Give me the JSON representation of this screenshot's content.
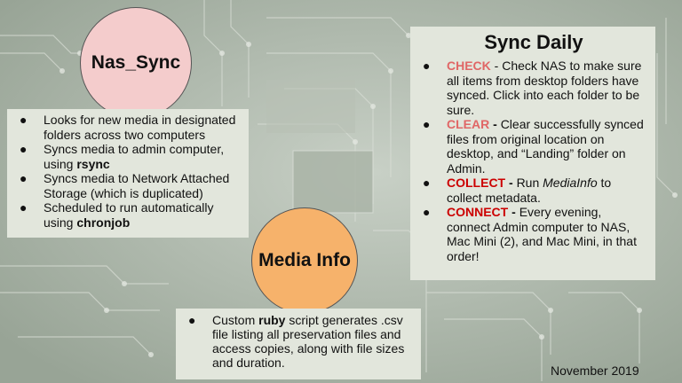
{
  "nas_sync": {
    "title": "Nas_Sync",
    "items": [
      {
        "text": "Looks for new media in designated folders across two computers"
      },
      {
        "pre": "Syncs media to admin computer, using ",
        "bold": "rsync"
      },
      {
        "text": "Syncs media to Network Attached Storage (which is duplicated)"
      },
      {
        "pre": "Scheduled to run automatically using ",
        "bold": "chronjob"
      }
    ]
  },
  "media_info": {
    "title": "Media Info",
    "item": {
      "pre": "Custom ",
      "bold": "ruby",
      "post": " script generates .csv file listing all preservation files and access copies, along with file sizes and duration."
    }
  },
  "sync_daily": {
    "title": "Sync Daily",
    "items": [
      {
        "keyword": "CHECK",
        "text": " - Check NAS to make sure all items from desktop folders have synced. Click into each folder to be sure."
      },
      {
        "keyword": "CLEAR",
        "sep": " - ",
        "text": "Clear successfully synced files from original location on desktop, and “Landing” folder on Admin."
      },
      {
        "keyword": "COLLECT",
        "sep": " - ",
        "text_pre": "Run ",
        "italic": "MediaInfo",
        "text_post": " to collect metadata."
      },
      {
        "keyword": "CONNECT",
        "sep": " - ",
        "text": "Every evening, connect Admin computer to NAS, Mac Mini (2), and Mac Mini, in that order!"
      }
    ]
  },
  "bullet": "●",
  "footer": {
    "date": "November 2019"
  },
  "colors": {
    "nas_circle": "#f4cccc",
    "media_circle": "#f6b26b",
    "light_red": "#e06666",
    "dark_red": "#cc0000",
    "card": "#e2e6dc"
  }
}
